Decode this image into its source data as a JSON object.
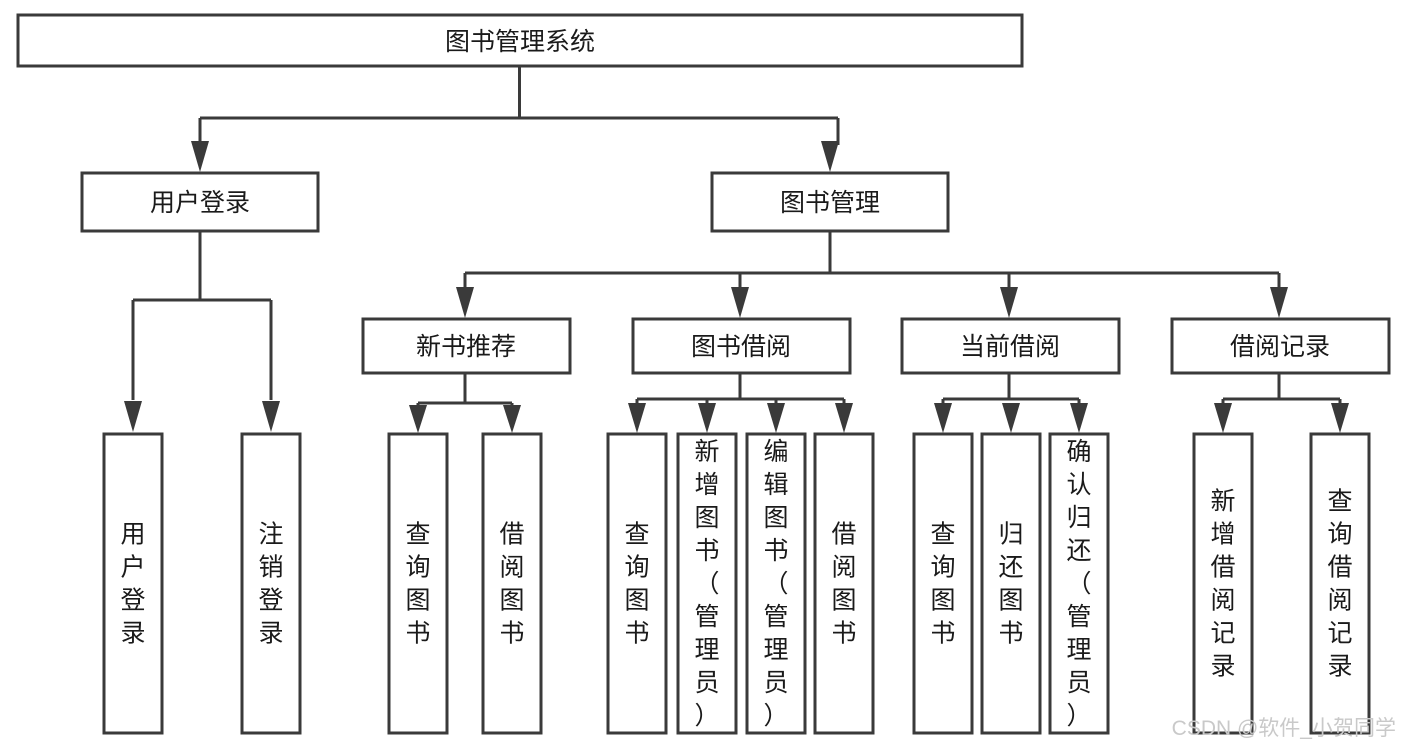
{
  "diagram": {
    "type": "tree-hierarchy",
    "title": "图书管理系统",
    "watermark": "CSDN @软件_小贺同学",
    "colors": {
      "background": "#ffffff",
      "box_fill": "#ffffff",
      "box_stroke": "#3a3a3a",
      "text": "#1a1a1a",
      "watermark": "#c9c9c9"
    },
    "levels": {
      "root": {
        "label": "图书管理系统"
      },
      "level2": [
        {
          "label": "用户登录"
        },
        {
          "label": "图书管理"
        }
      ],
      "level3": [
        {
          "label": "新书推荐"
        },
        {
          "label": "图书借阅"
        },
        {
          "label": "当前借阅"
        },
        {
          "label": "借阅记录"
        }
      ],
      "leaves": {
        "user_login": [
          {
            "label": "用户登录"
          },
          {
            "label": "注销登录"
          }
        ],
        "new_book_recommend": [
          {
            "label": "查询图书"
          },
          {
            "label": "借阅图书"
          }
        ],
        "book_borrow": [
          {
            "label": "查询图书"
          },
          {
            "label": "新增图书（管理员）"
          },
          {
            "label": "编辑图书（管理员）"
          },
          {
            "label": "借阅图书"
          }
        ],
        "current_borrow": [
          {
            "label": "查询图书"
          },
          {
            "label": "归还图书"
          },
          {
            "label": "确认归还（管理员）"
          }
        ],
        "borrow_record": [
          {
            "label": "新增借阅记录"
          },
          {
            "label": "查询借阅记录"
          }
        ]
      }
    }
  }
}
